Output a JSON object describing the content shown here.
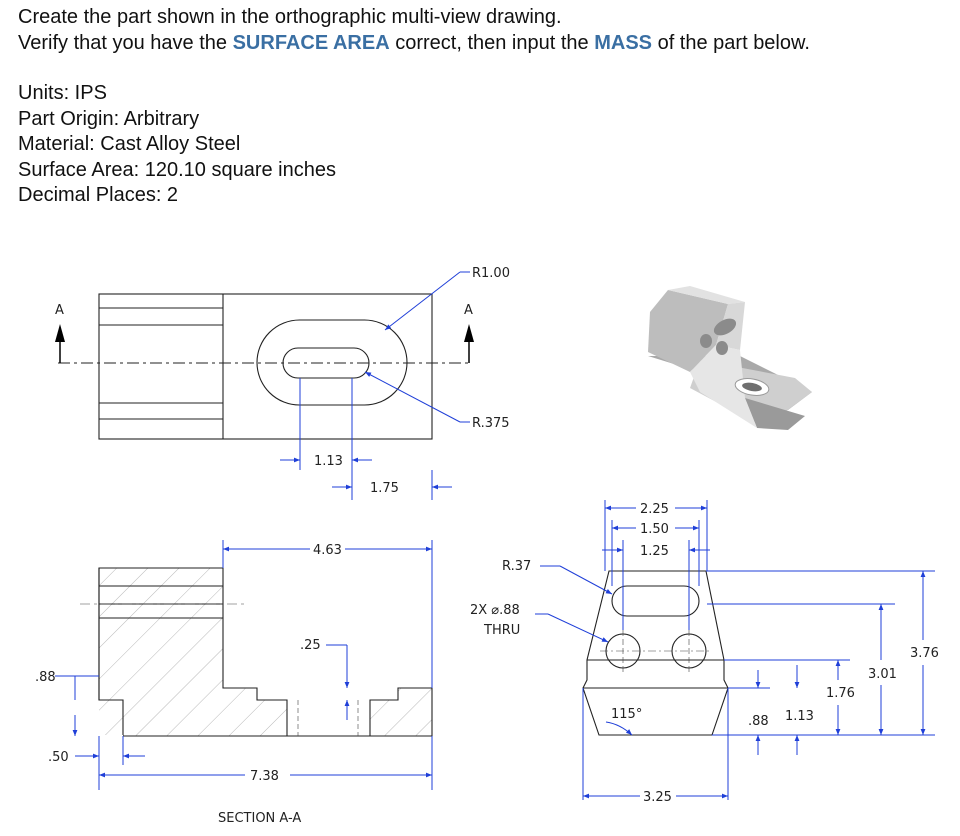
{
  "instructions": {
    "line1": "Create the part shown in the orthographic multi-view drawing.",
    "line2_pre": "Verify that you have the ",
    "line2_hl1": "SURFACE AREA",
    "line2_mid": " correct, then input the ",
    "line2_hl2": "MASS",
    "line2_post": " of the part below."
  },
  "specs": {
    "units": "Units: IPS",
    "origin": "Part Origin: Arbitrary",
    "material": "Material: Cast Alloy Steel",
    "surface_area": "Surface Area: 120.10 square inches",
    "decimals": "Decimal Places: 2"
  },
  "drawing": {
    "section_letter": "A",
    "section_title": "SECTION A-A",
    "top_view": {
      "r_outer": "R1.00",
      "r_inner": "R.375",
      "dim_slot_width": "1.13",
      "dim_slot_offset": "1.75"
    },
    "section_view": {
      "dim_4_63": "4.63",
      "dim_0_25": ".25",
      "dim_0_88": ".88",
      "dim_0_50": ".50",
      "dim_7_38": "7.38"
    },
    "side_view": {
      "dim_2_25": "2.25",
      "dim_1_50": "1.50",
      "dim_1_25": "1.25",
      "r_037": "R.37",
      "holes_line1": "2X ⌀.88",
      "holes_line2": "THRU",
      "angle": "115°",
      "dim_3_25": "3.25",
      "dim_0_88": ".88",
      "dim_1_13": "1.13",
      "dim_1_76": "1.76",
      "dim_3_01": "3.01",
      "dim_3_76": "3.76"
    }
  },
  "colors": {
    "highlight": "#3a6fa3",
    "dimension_lines": "#1f3fd8"
  }
}
